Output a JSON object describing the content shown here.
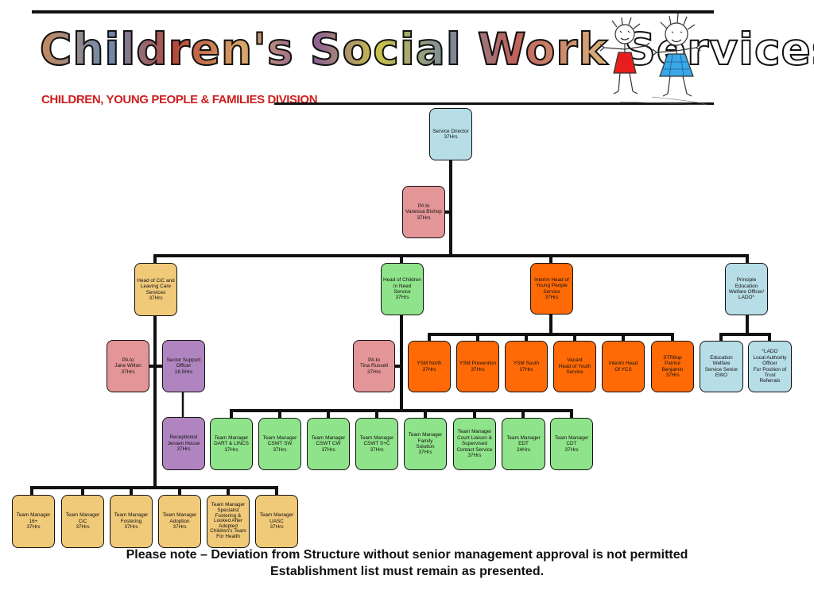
{
  "header": {
    "title": "Children's Social Work Services",
    "subtitle": "CHILDREN, YOUNG PEOPLE & FAMILIES DIVISION"
  },
  "footer": {
    "line1": "Please note – Deviation from Structure without senior management approval is not permitted",
    "line2": "Establishment list must remain as presented."
  },
  "colors": {
    "blue": "#b7dde6",
    "pink": "#e39597",
    "yellow": "#f0c979",
    "green": "#8fe38a",
    "orange": "#ff6a06",
    "purple": "#b085bf",
    "red": "#cc1f1f"
  },
  "nodes": {
    "service_director": "Service Director\n37Hrs",
    "pa_vanessa": "PA to\nVanessa Bishop\n37Hrs",
    "head_cic": "Head of CiC and\nLeaving Care\nServices\n37Hrs",
    "head_cin": "Head of Children\nIn Need\nService\n37Hrs",
    "head_yps": "Interim Head of\nYoung People\nService\n37Hrs",
    "principle_ewo": "Principle Education\nWelfare Officer/ LADO*",
    "pa_jane": "PA to\nJane Wilton\n37Hrs",
    "sector_support": "Sector Support\nOfficer\n18.5Hrs",
    "pa_tina": "PA to\nTina Russell\n37Hrs",
    "ysm_north": "YSM North\n37Hrs",
    "ysm_prevention": "YSM Prevention\n37Hrs",
    "ysm_south": "YSM South\n37Hrs",
    "vacant_head_youth": "Vacant\nHead of Youth\nService",
    "interim_head_ycs": "Interim Head\nOf YCS",
    "str8up": "STR8up\nPatrice Benjamin\n37Hrs",
    "ew_service_senior": "Education Welfare\nService Senior EWO",
    "lado": "*LADO\nLocal Authority Officer\nFor Position of Trust\nReferrals",
    "receptionist": "Receptionist\nJensen House\n37Hrs",
    "tm_dart": "Team Manager\nDART & LINCS\n37Hrs",
    "tm_cswt_sw": "Team Manager\nCSWT SW\n37Hrs",
    "tm_cswt_cw": "Team Manager\nCSWT CW\n37Hrs",
    "tm_cswt_sc": "Team Manager\nCSWT S+C\n37Hrs",
    "tm_family": "Team Manager\nFamily\nSolution\n37Hrs",
    "tm_court": "Team Manager\nCourt Liaison &\nSupervised\nContact Service\n37Hrs",
    "tm_edt": "Team Manager\nEDT\n24Hrs",
    "tm_cdt": "Team Manager\nCDT\n37Hrs",
    "tm_16": "Team Manager\n16+\n37Hrs",
    "tm_cic": "Team Manager\nCiC\n37Hrs",
    "tm_fostering": "Team Manager\nFostering\n37Hrs",
    "tm_adoption": "Team Manager\nAdoption\n37Hrs",
    "tm_specialist": "Team Manager\nSpecialist\nFostering &\nLooked After\nAdopted\nChildren's Team\nFor Health",
    "tm_uasc": "Team Manager\nUASC\n37Hrs"
  }
}
